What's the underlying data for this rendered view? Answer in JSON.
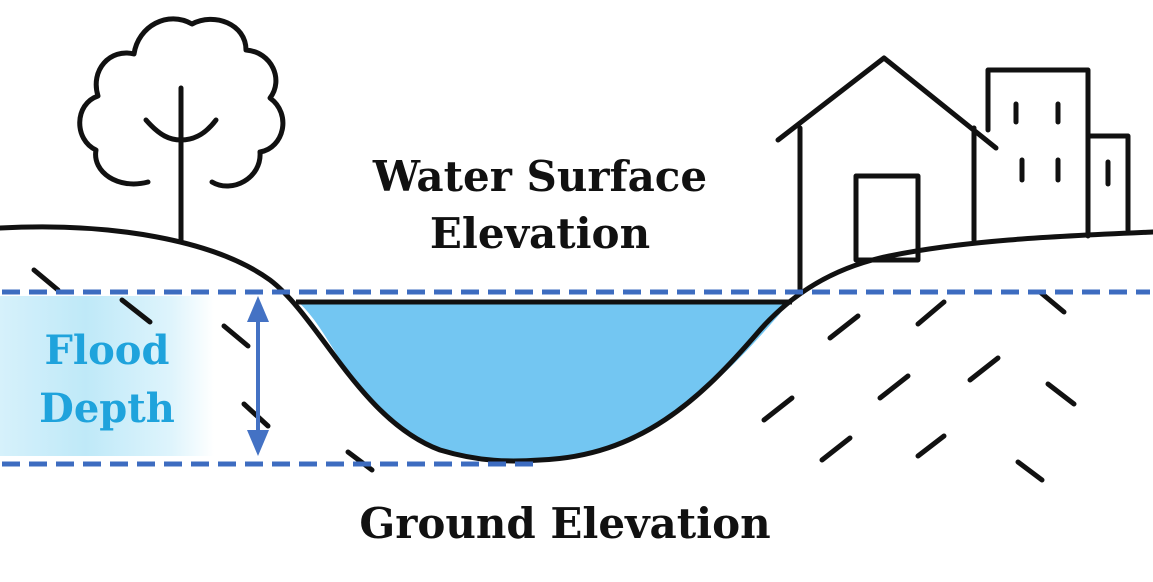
{
  "labels": {
    "water_surface_line1": "Water Surface",
    "water_surface_line2": "Elevation",
    "ground_elevation": "Ground Elevation",
    "flood_line1": "Flood",
    "flood_line2": "Depth"
  },
  "colors": {
    "water_fill": "#73c6f2",
    "reference_line": "#3d6cc0",
    "arrow": "#4472c4",
    "outline": "#111111",
    "flood_label": "#1fa3dc",
    "flood_box": "#c8ecf9"
  },
  "icons": {
    "tree": "tree-icon",
    "house": "house-icon",
    "building": "building-icon"
  }
}
